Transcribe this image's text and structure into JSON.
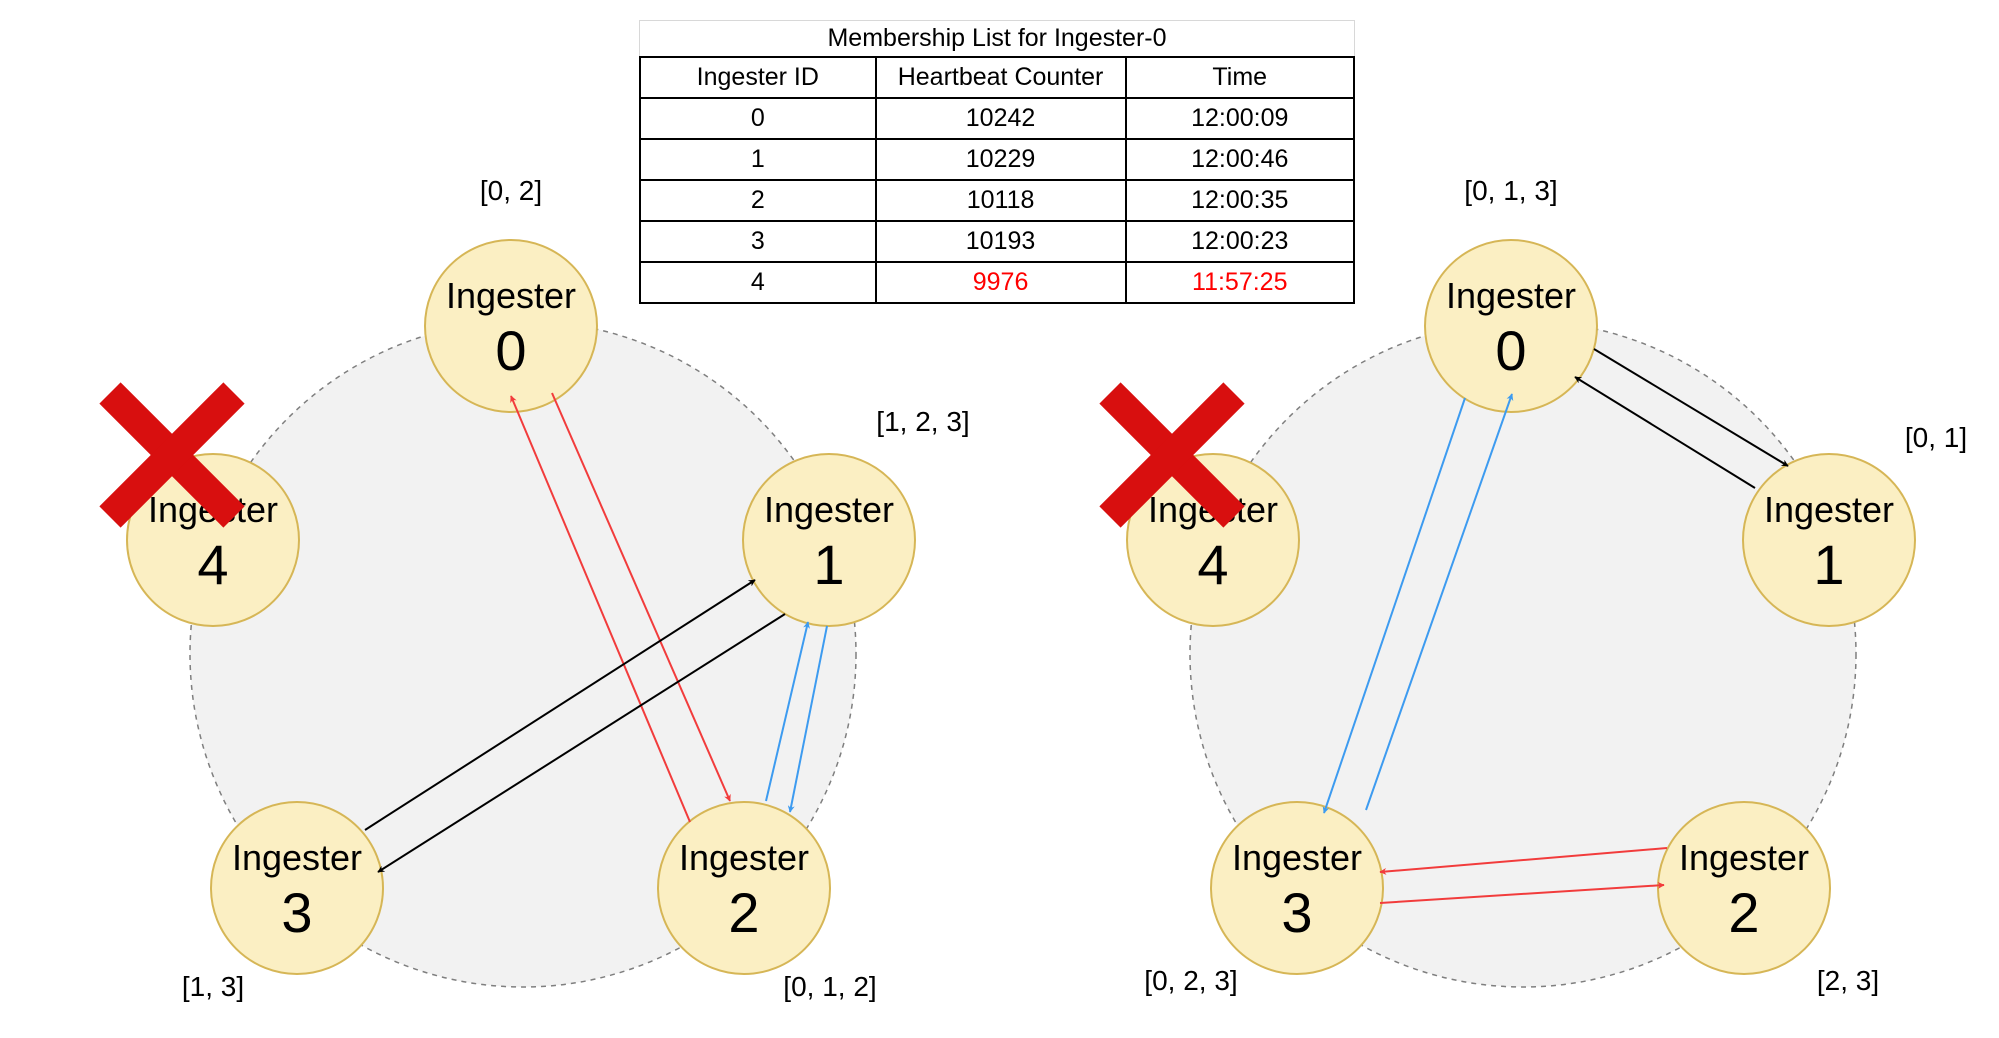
{
  "membership_table": {
    "title": "Membership List for Ingester-0",
    "headers": [
      "Ingester ID",
      "Heartbeat Counter",
      "Time"
    ],
    "rows": [
      {
        "id": "0",
        "counter": "10242",
        "time": "12:00:09",
        "stale": false
      },
      {
        "id": "1",
        "counter": "10229",
        "time": "12:00:46",
        "stale": false
      },
      {
        "id": "2",
        "counter": "10118",
        "time": "12:00:35",
        "stale": false
      },
      {
        "id": "3",
        "counter": "10193",
        "time": "12:00:23",
        "stale": false
      },
      {
        "id": "4",
        "counter": "9976",
        "time": "11:57:25",
        "stale": true
      }
    ]
  },
  "node_label": "Ingester",
  "colors": {
    "node_fill": "#fbefc3",
    "node_stroke": "#d6b656",
    "ring_fill": "#f2f2f2",
    "ring_stroke": "#7f7f7f",
    "red": "#f23c3c",
    "blue": "#3d9bf0",
    "black": "#000000",
    "cross": "#d80f0f",
    "stale_text": "#ff0000"
  },
  "diagrams": [
    {
      "failed_node": "4",
      "nodes": [
        {
          "id": "0",
          "membership": "[0, 2]"
        },
        {
          "id": "1",
          "membership": "[1, 2, 3]"
        },
        {
          "id": "2",
          "membership": "[0, 1, 2]"
        },
        {
          "id": "3",
          "membership": "[1, 3]"
        },
        {
          "id": "4",
          "membership": ""
        }
      ],
      "edges": [
        {
          "from": "0",
          "to": "2",
          "color": "red"
        },
        {
          "from": "2",
          "to": "0",
          "color": "red"
        },
        {
          "from": "1",
          "to": "2",
          "color": "blue"
        },
        {
          "from": "2",
          "to": "1",
          "color": "blue"
        },
        {
          "from": "1",
          "to": "3",
          "color": "black"
        },
        {
          "from": "3",
          "to": "1",
          "color": "black"
        }
      ]
    },
    {
      "failed_node": "4",
      "nodes": [
        {
          "id": "0",
          "membership": "[0, 1, 3]"
        },
        {
          "id": "1",
          "membership": "[0, 1]"
        },
        {
          "id": "2",
          "membership": "[2, 3]"
        },
        {
          "id": "3",
          "membership": "[0, 2, 3]"
        },
        {
          "id": "4",
          "membership": ""
        }
      ],
      "edges": [
        {
          "from": "0",
          "to": "1",
          "color": "black"
        },
        {
          "from": "1",
          "to": "0",
          "color": "black"
        },
        {
          "from": "0",
          "to": "3",
          "color": "blue"
        },
        {
          "from": "3",
          "to": "0",
          "color": "blue"
        },
        {
          "from": "2",
          "to": "3",
          "color": "red"
        },
        {
          "from": "3",
          "to": "2",
          "color": "red"
        }
      ]
    }
  ]
}
